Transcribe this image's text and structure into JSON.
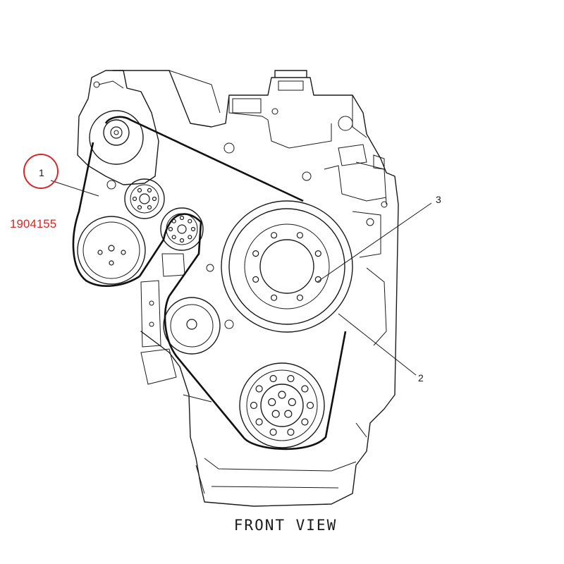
{
  "diagram": {
    "view_label": "FRONT VIEW",
    "part_number": "1904155",
    "callouts": [
      {
        "id": "1",
        "label": "1"
      },
      {
        "id": "2",
        "label": "2"
      },
      {
        "id": "3",
        "label": "3"
      }
    ],
    "colors": {
      "line": "#1a1a1a",
      "highlight": "#d62828",
      "background": "#ffffff"
    }
  }
}
